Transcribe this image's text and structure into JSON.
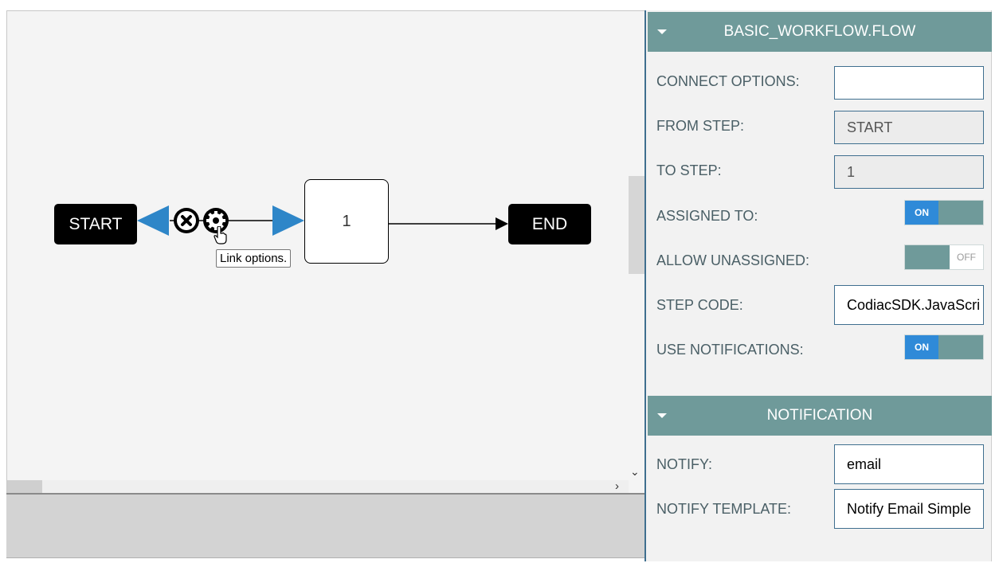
{
  "canvas": {
    "nodes": {
      "start": "START",
      "step": "1",
      "end": "END"
    },
    "tooltip": "Link options.",
    "icons": [
      "delete-icon",
      "gear-icon",
      "hand-cursor-icon",
      "arrow-left-icon",
      "arrow-right-icon"
    ],
    "colors": {
      "arrow_blue": "#2e86c8",
      "node_black": "#000000"
    }
  },
  "panel": {
    "flow_section": {
      "title": "BASIC_WORKFLOW.FLOW",
      "fields": {
        "connect_options": {
          "label": "CONNECT OPTIONS:",
          "value": ""
        },
        "from_step": {
          "label": "FROM STEP:",
          "value": "START"
        },
        "to_step": {
          "label": "TO STEP:",
          "value": "1"
        },
        "assigned_to": {
          "label": "ASSIGNED TO:",
          "state": "ON"
        },
        "allow_unassigned": {
          "label": "ALLOW UNASSIGNED:",
          "state": "OFF"
        },
        "step_code": {
          "label": "STEP CODE:",
          "value": "CodiacSDK.JavaScri"
        },
        "use_notifications": {
          "label": "USE NOTIFICATIONS:",
          "state": "ON"
        }
      }
    },
    "notification_section": {
      "title": "NOTIFICATION",
      "fields": {
        "notify": {
          "label": "NOTIFY:",
          "value": "email"
        },
        "notify_template": {
          "label": "NOTIFY TEMPLATE:",
          "value": "Notify Email Simple"
        }
      }
    },
    "colors": {
      "header": "#6f9a9a",
      "toggle_on": "#2f8ad8",
      "input_border": "#3f6f8f"
    }
  }
}
